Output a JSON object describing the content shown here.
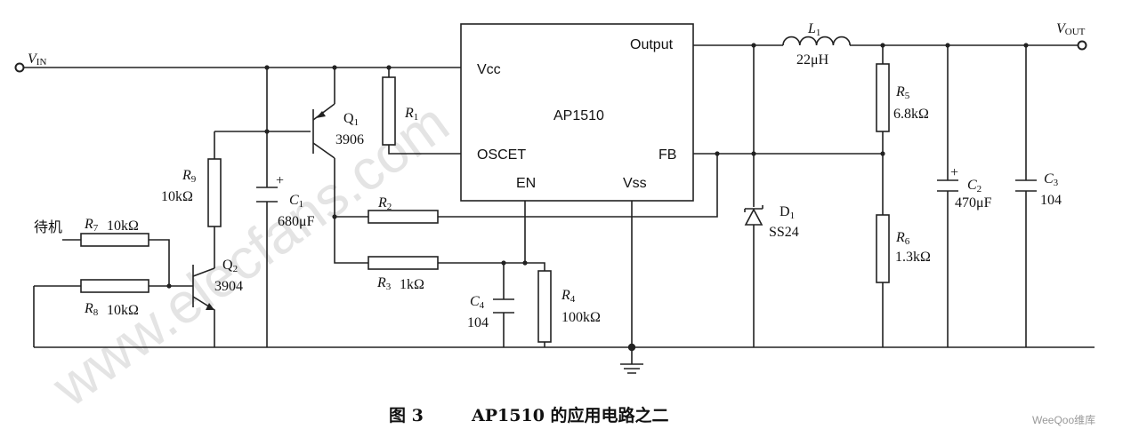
{
  "ic": {
    "name": "AP1510",
    "pin_vcc": "Vcc",
    "pin_output": "Output",
    "pin_oscet": "OSCET",
    "pin_fb": "FB",
    "pin_en": "EN",
    "pin_vss": "Vss"
  },
  "ports": {
    "vin": {
      "main": "V",
      "sub": "IN"
    },
    "vout": {
      "main": "V",
      "sub": "OUT"
    },
    "standby": "待机"
  },
  "components": {
    "L1": {
      "main": "L",
      "sub": "1",
      "value": "22μH"
    },
    "R1": {
      "main": "R",
      "sub": "1"
    },
    "R2": {
      "main": "R",
      "sub": "2"
    },
    "R3": {
      "main": "R",
      "sub": "3",
      "value": "1kΩ"
    },
    "R4": {
      "main": "R",
      "sub": "4",
      "value": "100kΩ"
    },
    "R5": {
      "main": "R",
      "sub": "5",
      "value": "6.8kΩ"
    },
    "R6": {
      "main": "R",
      "sub": "6",
      "value": "1.3kΩ"
    },
    "R7": {
      "main": "R",
      "sub": "7",
      "value": "10kΩ"
    },
    "R8": {
      "main": "R",
      "sub": "8",
      "value": "10kΩ"
    },
    "R9": {
      "main": "R",
      "sub": "9",
      "value": "10kΩ"
    },
    "C1": {
      "main": "C",
      "sub": "1",
      "value": "680μF"
    },
    "C2": {
      "main": "C",
      "sub": "2",
      "value": "470μF"
    },
    "C3": {
      "main": "C",
      "sub": "3",
      "value": "104"
    },
    "C4": {
      "main": "C",
      "sub": "4",
      "value": "104"
    },
    "Q1": {
      "main": "Q",
      "sub": "1",
      "value": "3906"
    },
    "Q2": {
      "main": "Q",
      "sub": "2",
      "value": "3904"
    },
    "D1": {
      "main": "D",
      "sub": "1",
      "value": "SS24"
    }
  },
  "caption": {
    "figure": "图 3",
    "title": "AP1510 的应用电路之二"
  },
  "watermark": "www.elecfans.com",
  "logo": "WeeQoo维库"
}
